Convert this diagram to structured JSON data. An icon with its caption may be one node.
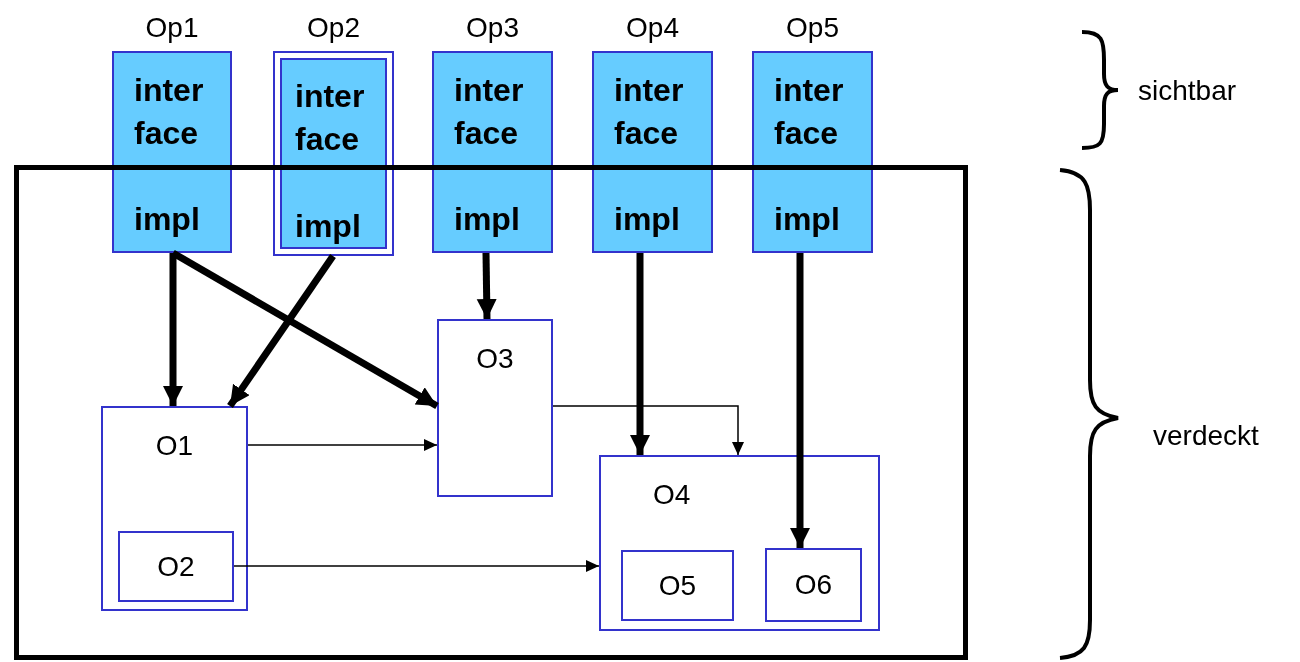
{
  "diagram": {
    "nodes": [
      {
        "text": [],
        "shape": "box"
      },
      {
        "text": [
          "Op1",
          "inter face",
          "impl"
        ]
      },
      {
        "text": [
          "Op2",
          "inter face",
          "impl"
        ]
      },
      {
        "text": [
          "Op3",
          "inter face",
          "impl"
        ]
      },
      {
        "text": [
          "Op4",
          "inter face",
          "impl"
        ]
      },
      {
        "text": [
          "Op5",
          "inter face",
          "impl"
        ]
      },
      {
        "text": [
          "O1"
        ],
        "in": 0
      },
      {
        "text": [
          "O2"
        ],
        "in": 6
      },
      {
        "text": [
          "O3"
        ],
        "in": 0
      },
      {
        "text": [
          "O4"
        ],
        "in": 0
      },
      {
        "text": [
          "O5"
        ],
        "in": 9
      },
      {
        "text": [
          "O6"
        ],
        "in": 9
      }
    ],
    "edges": [
      {
        "from": 1,
        "to": 6,
        "arrow": "to"
      },
      {
        "from": 1,
        "to": 8,
        "arrow": "to"
      },
      {
        "from": 2,
        "to": 6,
        "arrow": "to"
      },
      {
        "from": 3,
        "to": 8,
        "arrow": "to"
      },
      {
        "from": 4,
        "to": 9,
        "arrow": "to"
      },
      {
        "from": 5,
        "to": 11,
        "arrow": "to"
      },
      {
        "from": 6,
        "to": 8,
        "arrow": "to"
      },
      {
        "from": 8,
        "to": 9,
        "arrow": "to"
      },
      {
        "from": 7,
        "to": 9,
        "arrow": "to"
      }
    ],
    "labels": [
      "sichtbar",
      "verdeckt"
    ]
  }
}
